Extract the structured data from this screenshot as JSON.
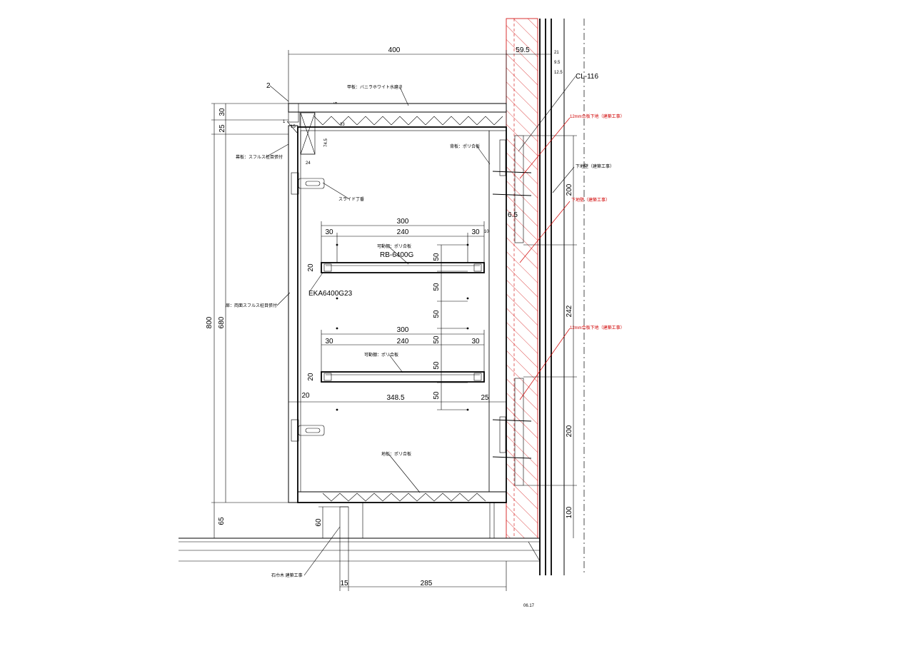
{
  "dimensions": {
    "top_width": "400",
    "wall_offset": "59.5",
    "wall_21": "21",
    "wall_9_5": "9.5",
    "wall_12_5": "12.5",
    "h_30": "30",
    "h_25": "25",
    "h_15": "15",
    "h_5": "5",
    "h_33": "33",
    "h_74_5": "74.5",
    "h_24": "24",
    "h_800": "800",
    "h_680": "680",
    "h_65": "65",
    "h_60": "60",
    "shelf1_total": "300",
    "shelf1_left": "30",
    "shelf1_mid": "240",
    "shelf1_right": "30",
    "shelf1_10": "10",
    "shelf1_thk": "20",
    "shelf2_total": "300",
    "shelf2_left": "30",
    "shelf2_mid": "240",
    "shelf2_right": "30",
    "shelf2_thk": "20",
    "pitch_a": "50",
    "pitch_b": "50",
    "pitch_c": "50",
    "pitch_d": "50",
    "pitch_e": "50",
    "pitch_f": "50",
    "inner_left": "20",
    "inner_width": "348.5",
    "inner_right": "25",
    "gap_6_5": "6.5",
    "wall_200_top": "200",
    "wall_242": "242",
    "wall_200_bot": "200",
    "wall_100": "100",
    "base_15": "15",
    "base_285": "285"
  },
  "notes": {
    "top_board": "甲板：バニラホワイト水磨き",
    "back_board": "背板：ポリ合板",
    "cl_code": "CL-116",
    "red_note_1": "12mm合板下地（建築工事）",
    "red_note_2": "下地壁（建築工事）",
    "red_note_3": "12mm合板下地（建築工事）",
    "wall_note": "下地壁（建築工事）",
    "flush_panel": "幕板：スフルス柾目張付",
    "slide_hinge": "スライド丁番",
    "shelf_label": "可動棚：ポリ合板",
    "shelf_part": "RB-6400G",
    "shelf_pin": "EKA6400G23",
    "door_label": "扉：両面スフルス柾目張付",
    "shelf2_label": "可動棚：ポリ合板",
    "bottom_board": "地板：ポリ合板",
    "plinth": "石巾木 建築工事",
    "scale_2": "2",
    "scale_1": "1",
    "sheet_code": "06.17"
  },
  "colors": {
    "line": "#000000",
    "construction": "#d00000",
    "background": "#ffffff"
  }
}
